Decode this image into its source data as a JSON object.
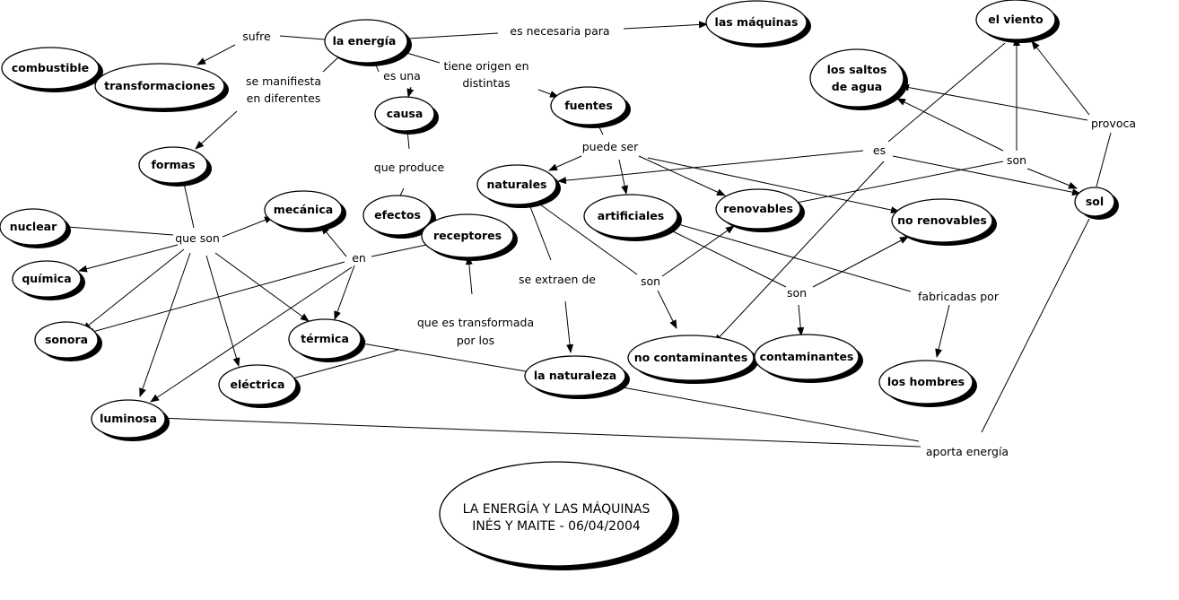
{
  "concepts": {
    "la_energia": "la energía",
    "las_maquinas": "las máquinas",
    "el_viento": "el viento",
    "combustible": "combustible",
    "transformaciones": "transformaciones",
    "los_saltos_1": "los saltos",
    "los_saltos_2": "de agua",
    "causa": "causa",
    "fuentes": "fuentes",
    "formas": "formas",
    "naturales": "naturales",
    "sol": "sol",
    "mecanica": "mecánica",
    "efectos": "efectos",
    "artificiales": "artificiales",
    "renovables": "renovables",
    "no_renovables": "no renovables",
    "nuclear": "nuclear",
    "receptores": "receptores",
    "quimica": "química",
    "sonora": "sonora",
    "termica": "térmica",
    "no_contaminantes": "no contaminantes",
    "contaminantes": "contaminantes",
    "la_naturaleza": "la naturaleza",
    "los_hombres": "los hombres",
    "electrica": "eléctrica",
    "luminosa": "luminosa"
  },
  "linking_phrases": {
    "sufre": "sufre",
    "es_necesaria_para": "es necesaria para",
    "es_una": "es una",
    "se_manifiesta_1": "se manifiesta",
    "se_manifiesta_2": "en diferentes",
    "tiene_origen_1": "tiene origen en",
    "tiene_origen_2": "distintas",
    "provoca": "provoca",
    "que_produce": "que produce",
    "puede_ser": "puede ser",
    "es": "es",
    "son_top": "son",
    "que_son": "que son",
    "en": "en",
    "se_extraen_de": "se extraen de",
    "son_mid": "son",
    "son_right": "son",
    "fabricadas_por": "fabricadas por",
    "que_es_transformada_1": "que es transformada",
    "que_es_transformada_2": "por los",
    "aporta_energia": "aporta energía"
  },
  "title": {
    "line1": "LA ENERGÍA Y LAS MÁQUINAS",
    "line2": "INÉS Y MAITE - 06/04/2004"
  }
}
